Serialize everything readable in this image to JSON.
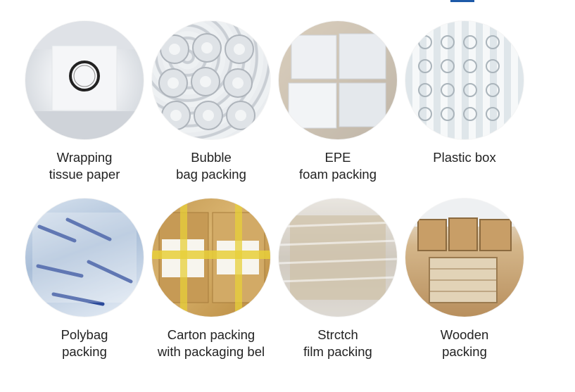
{
  "items": [
    {
      "line1": "Wrapping",
      "line2": "tissue paper"
    },
    {
      "line1": "Bubble",
      "line2": "bag packing"
    },
    {
      "line1": "EPE",
      "line2": "foam packing"
    },
    {
      "line1": "Plastic box",
      "line2": ""
    },
    {
      "line1": "Polybag",
      "line2": "packing"
    },
    {
      "line1": "Carton packing",
      "line2": "with packaging bel"
    },
    {
      "line1": "Strctch",
      "line2": "film packing"
    },
    {
      "line1": "Wooden",
      "line2": "packing"
    }
  ]
}
